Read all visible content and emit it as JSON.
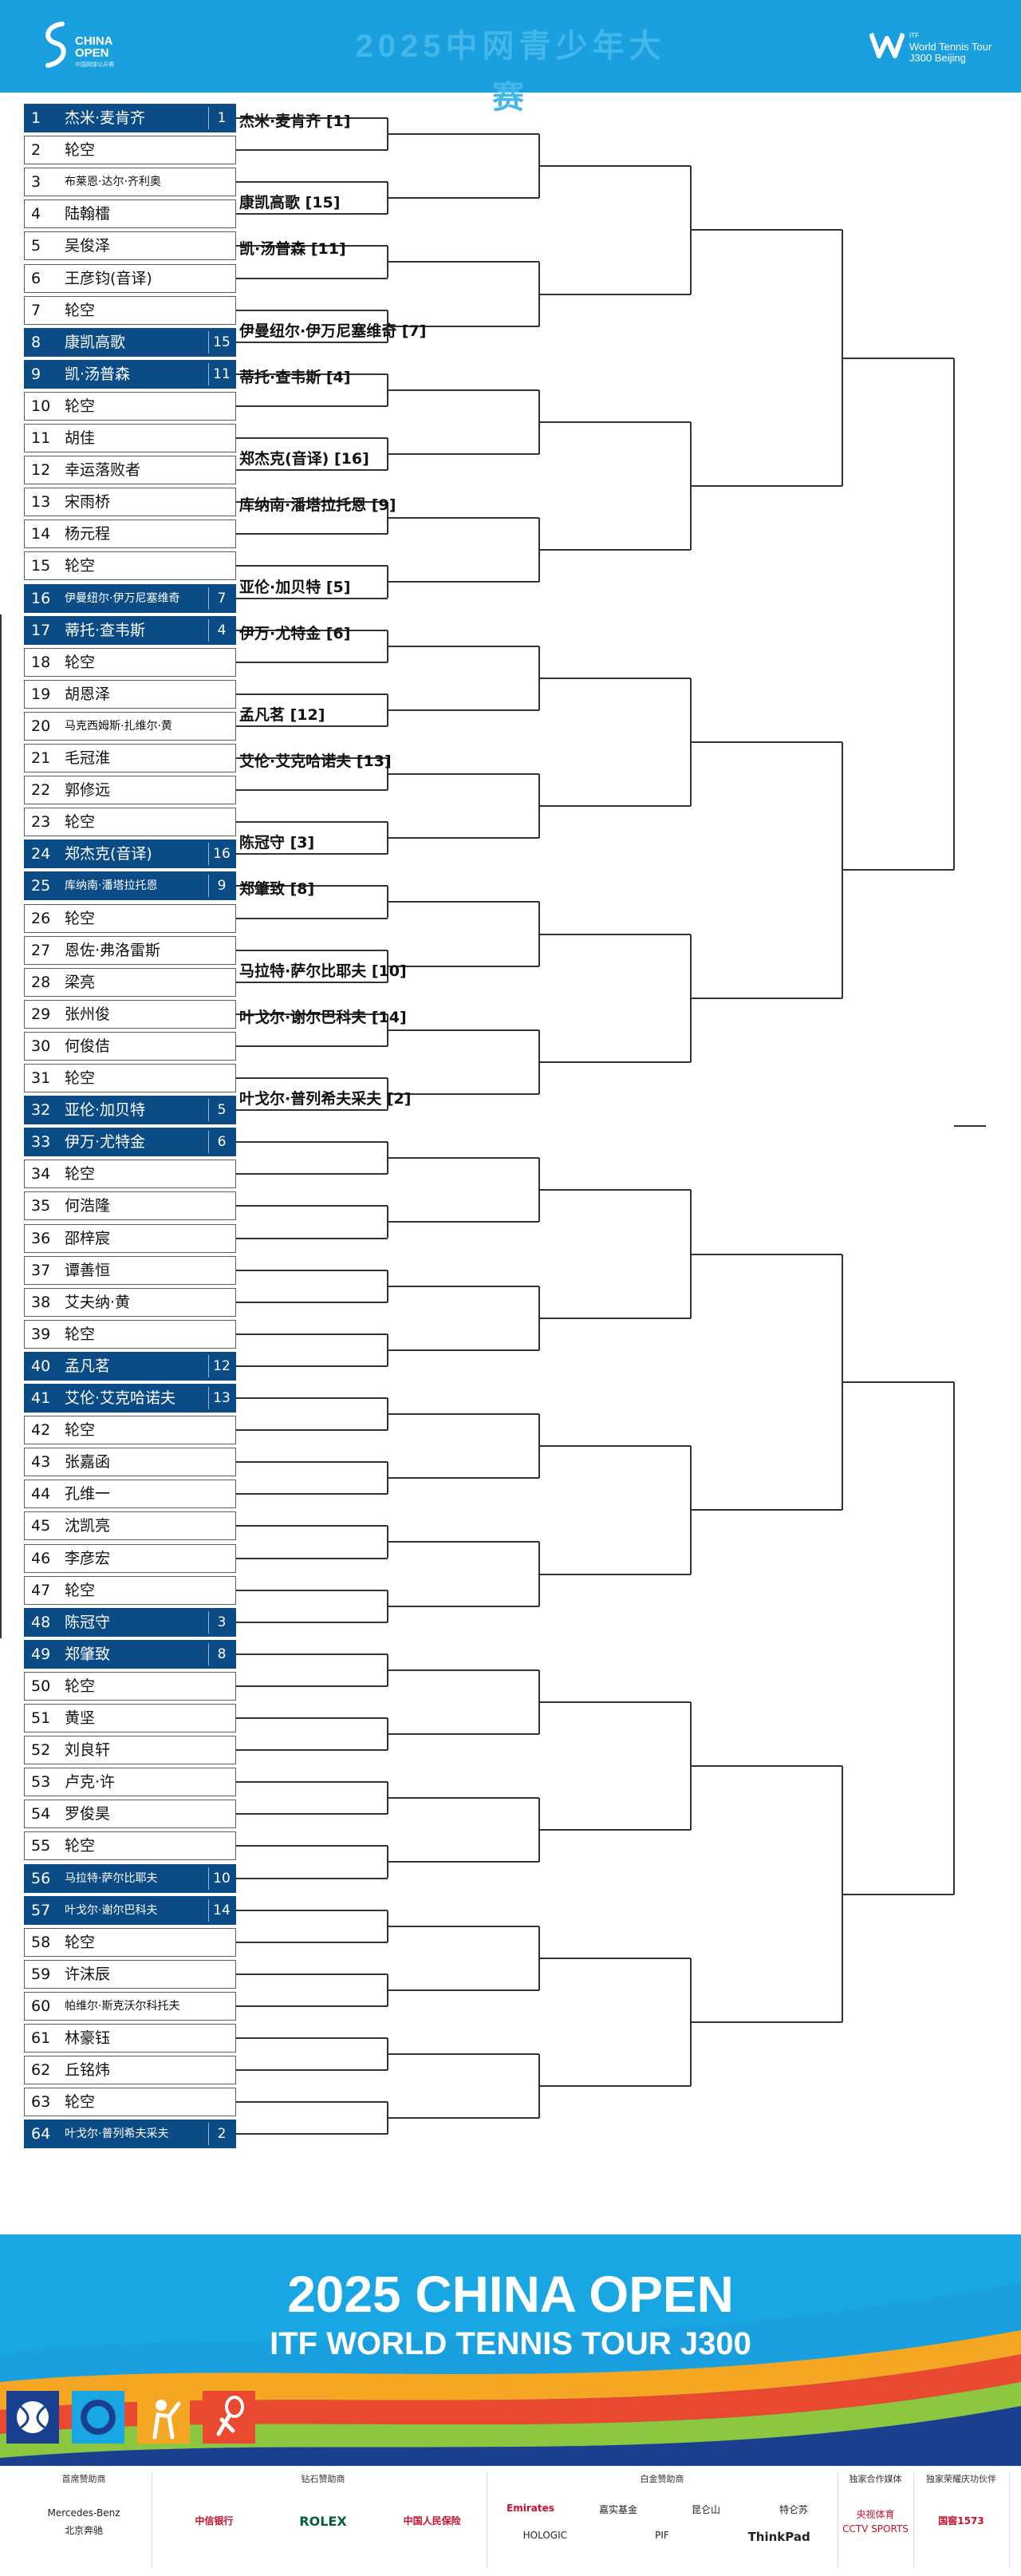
{
  "header": {
    "left_logo_lines": [
      "CHINA",
      "OPEN"
    ],
    "left_logo_sub": "中国网球公开赛",
    "title": "2025中网青少年大赛",
    "right_logo_lines": [
      "ITF",
      "World Tennis Tour",
      "J300 Beijing"
    ]
  },
  "colors": {
    "brand_blue": "#1aa0de",
    "seed_navy": "#0c4c86",
    "line": "#333333"
  },
  "entries": [
    {
      "num": "1",
      "name": "杰米·麦肯齐",
      "seed": "1"
    },
    {
      "num": "2",
      "name": "轮空",
      "seed": ""
    },
    {
      "num": "3",
      "name": "布莱恩·达尔·齐利奥",
      "seed": ""
    },
    {
      "num": "4",
      "name": "陆翰檑",
      "seed": ""
    },
    {
      "num": "5",
      "name": "吴俊泽",
      "seed": ""
    },
    {
      "num": "6",
      "name": "王彦钧(音译)",
      "seed": ""
    },
    {
      "num": "7",
      "name": "轮空",
      "seed": ""
    },
    {
      "num": "8",
      "name": "康凯高歌",
      "seed": "15"
    },
    {
      "num": "9",
      "name": "凯·汤普森",
      "seed": "11"
    },
    {
      "num": "10",
      "name": "轮空",
      "seed": ""
    },
    {
      "num": "11",
      "name": "胡佳",
      "seed": ""
    },
    {
      "num": "12",
      "name": "幸运落败者",
      "seed": ""
    },
    {
      "num": "13",
      "name": "宋雨桥",
      "seed": ""
    },
    {
      "num": "14",
      "name": "杨元程",
      "seed": ""
    },
    {
      "num": "15",
      "name": "轮空",
      "seed": ""
    },
    {
      "num": "16",
      "name": "伊曼纽尔·伊万尼塞维奇",
      "seed": "7"
    },
    {
      "num": "17",
      "name": "蒂托·查韦斯",
      "seed": "4"
    },
    {
      "num": "18",
      "name": "轮空",
      "seed": ""
    },
    {
      "num": "19",
      "name": "胡恩泽",
      "seed": ""
    },
    {
      "num": "20",
      "name": "马克西姆斯·扎维尔·黄",
      "seed": ""
    },
    {
      "num": "21",
      "name": "毛冠淮",
      "seed": ""
    },
    {
      "num": "22",
      "name": "郭修远",
      "seed": ""
    },
    {
      "num": "23",
      "name": "轮空",
      "seed": ""
    },
    {
      "num": "24",
      "name": "郑杰克(音译)",
      "seed": "16"
    },
    {
      "num": "25",
      "name": "库纳南·潘塔拉托恩",
      "seed": "9"
    },
    {
      "num": "26",
      "name": "轮空",
      "seed": ""
    },
    {
      "num": "27",
      "name": "恩佐·弗洛雷斯",
      "seed": ""
    },
    {
      "num": "28",
      "name": "梁亮",
      "seed": ""
    },
    {
      "num": "29",
      "name": "张州俊",
      "seed": ""
    },
    {
      "num": "30",
      "name": "何俊佶",
      "seed": ""
    },
    {
      "num": "31",
      "name": "轮空",
      "seed": ""
    },
    {
      "num": "32",
      "name": "亚伦·加贝特",
      "seed": "5"
    },
    {
      "num": "33",
      "name": "伊万·尤特金",
      "seed": "6"
    },
    {
      "num": "34",
      "name": "轮空",
      "seed": ""
    },
    {
      "num": "35",
      "name": "何浩隆",
      "seed": ""
    },
    {
      "num": "36",
      "name": "邵梓宸",
      "seed": ""
    },
    {
      "num": "37",
      "name": "谭善恒",
      "seed": ""
    },
    {
      "num": "38",
      "name": "艾夫纳·黄",
      "seed": ""
    },
    {
      "num": "39",
      "name": "轮空",
      "seed": ""
    },
    {
      "num": "40",
      "name": "孟凡茗",
      "seed": "12"
    },
    {
      "num": "41",
      "name": "艾伦·艾克哈诺夫",
      "seed": "13"
    },
    {
      "num": "42",
      "name": "轮空",
      "seed": ""
    },
    {
      "num": "43",
      "name": "张嘉函",
      "seed": ""
    },
    {
      "num": "44",
      "name": "孔维一",
      "seed": ""
    },
    {
      "num": "45",
      "name": "沈凯亮",
      "seed": ""
    },
    {
      "num": "46",
      "name": "李彦宏",
      "seed": ""
    },
    {
      "num": "47",
      "name": "轮空",
      "seed": ""
    },
    {
      "num": "48",
      "name": "陈冠守",
      "seed": "3"
    },
    {
      "num": "49",
      "name": "郑肇致",
      "seed": "8"
    },
    {
      "num": "50",
      "name": "轮空",
      "seed": ""
    },
    {
      "num": "51",
      "name": "黄坚",
      "seed": ""
    },
    {
      "num": "52",
      "name": "刘良轩",
      "seed": ""
    },
    {
      "num": "53",
      "name": "卢克·许",
      "seed": ""
    },
    {
      "num": "54",
      "name": "罗俊昊",
      "seed": ""
    },
    {
      "num": "55",
      "name": "轮空",
      "seed": ""
    },
    {
      "num": "56",
      "name": "马拉特·萨尔比耶夫",
      "seed": "10"
    },
    {
      "num": "57",
      "name": "叶戈尔·谢尔巴科夫",
      "seed": "14"
    },
    {
      "num": "58",
      "name": "轮空",
      "seed": ""
    },
    {
      "num": "59",
      "name": "许沫辰",
      "seed": ""
    },
    {
      "num": "60",
      "name": "帕维尔·斯克沃尔科托夫",
      "seed": ""
    },
    {
      "num": "61",
      "name": "林豪钰",
      "seed": ""
    },
    {
      "num": "62",
      "name": "丘铭炜",
      "seed": ""
    },
    {
      "num": "63",
      "name": "轮空",
      "seed": ""
    },
    {
      "num": "64",
      "name": "叶戈尔·普列希夫采夫",
      "seed": "2"
    }
  ],
  "round2": [
    "杰米·麦肯齐 [1]",
    "康凯高歌 [15]",
    "凯·汤普森 [11]",
    "伊曼纽尔·伊万尼塞维奇 [7]",
    "蒂托·查韦斯 [4]",
    "郑杰克(音译) [16]",
    "库纳南·潘塔拉托恩 [9]",
    "亚伦·加贝特 [5]",
    "伊万·尤特金 [6]",
    "孟凡茗 [12]",
    "艾伦·艾克哈诺夫 [13]",
    "陈冠守 [3]",
    "郑肇致 [8]",
    "马拉特·萨尔比耶夫 [10]",
    "叶戈尔·谢尔巴科夫 [14]",
    "叶戈尔·普列希夫采夫 [2]"
  ],
  "footer": {
    "title": "2025 CHINA OPEN",
    "subtitle": "ITF WORLD TENNIS TOUR J300",
    "sponsor_groups": [
      {
        "heading": "首席赞助商",
        "items": [
          "Mercedes-Benz",
          "北京奔驰"
        ]
      },
      {
        "heading": "钻石赞助商",
        "items": [
          "中信银行",
          "ROLEX",
          "中国人民保险"
        ]
      },
      {
        "heading": "白金赞助商",
        "items": [
          "Emirates",
          "嘉实基金",
          "昆仑山",
          "特仑苏",
          "HOLOGIC",
          "PIF",
          "ThinkPad"
        ]
      },
      {
        "heading": "独家合作媒体",
        "items": [
          "央视体育",
          "CCTV SPORTS"
        ]
      },
      {
        "heading": "独家荣耀庆功伙伴",
        "items": [
          "国窖1573"
        ]
      }
    ]
  }
}
